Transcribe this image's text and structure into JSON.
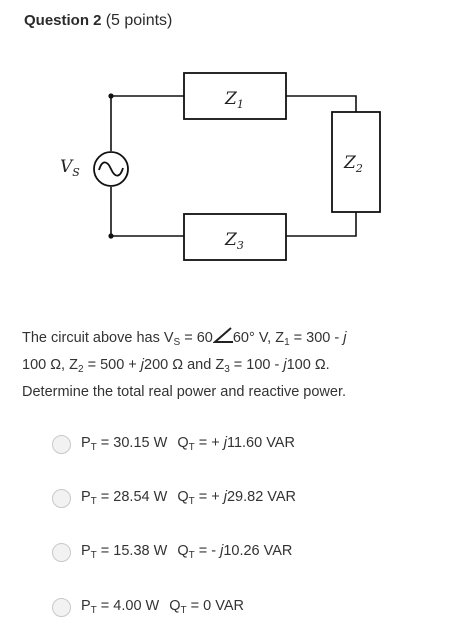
{
  "question": {
    "label": "Question 2",
    "points": "(5 points)"
  },
  "circuit": {
    "source_label": "V",
    "source_sub": "S",
    "z1": {
      "main": "Z",
      "sub": "1"
    },
    "z2": {
      "main": "Z",
      "sub": "2"
    },
    "z3": {
      "main": "Z",
      "sub": "3"
    }
  },
  "prompt": {
    "p1": "The circuit above has V",
    "vs_sub": "S",
    "p2": " = 60",
    "p3": "60° V, Z",
    "z1_sub": "1",
    "p4": " = 300 - ",
    "j1": "j",
    "p5": "100 Ω, Z",
    "z2_sub": "2",
    "p6": " = 500 + ",
    "j2": "j",
    "p7": "200 Ω and Z",
    "z3_sub": "3",
    "p8": " = 100 - ",
    "j3": "j",
    "p9": "100 Ω.",
    "p10": "Determine the total real power and reactive power."
  },
  "options": [
    {
      "p_label": "P",
      "p_sub": "T",
      "p_value": " = 30.15 W",
      "q_label": "Q",
      "q_sub": "T",
      "q_sign": " = + ",
      "q_j": "j",
      "q_value": "11.60 VAR"
    },
    {
      "p_label": "P",
      "p_sub": "T",
      "p_value": " = 28.54 W",
      "q_label": "Q",
      "q_sub": "T",
      "q_sign": " = + ",
      "q_j": "j",
      "q_value": "29.82 VAR"
    },
    {
      "p_label": "P",
      "p_sub": "T",
      "p_value": " = 15.38 W",
      "q_label": "Q",
      "q_sub": "T",
      "q_sign": " = - ",
      "q_j": "j",
      "q_value": "10.26 VAR"
    },
    {
      "p_label": "P",
      "p_sub": "T",
      "p_value": " = 4.00 W",
      "q_label": "Q",
      "q_sub": "T",
      "q_sign": " = ",
      "q_j": "",
      "q_value": "0 VAR"
    }
  ]
}
